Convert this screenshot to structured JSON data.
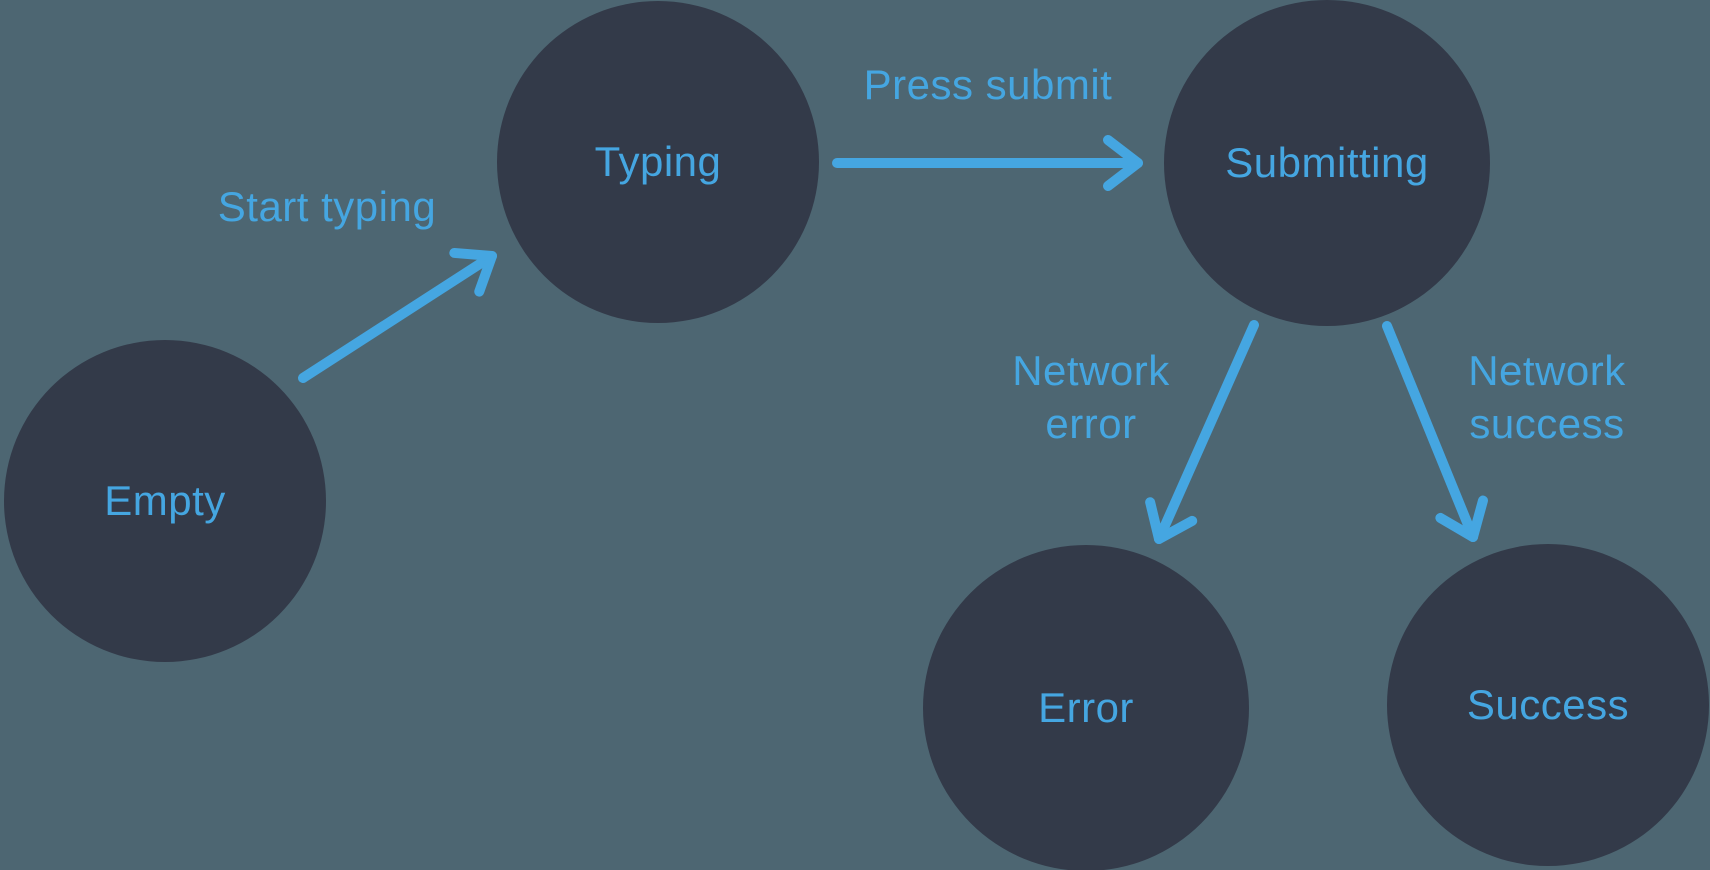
{
  "colors": {
    "background": "#4D6672",
    "state_fill": "#333A49",
    "accent": "#45A6E1"
  },
  "diagram_type": "state-machine",
  "states": {
    "empty": {
      "label": "Empty"
    },
    "typing": {
      "label": "Typing"
    },
    "submitting": {
      "label": "Submitting"
    },
    "error": {
      "label": "Error"
    },
    "success": {
      "label": "Success"
    }
  },
  "transitions": {
    "start_typing": {
      "label": "Start typing",
      "from": "Empty",
      "to": "Typing"
    },
    "press_submit": {
      "label": "Press submit",
      "from": "Typing",
      "to": "Submitting"
    },
    "network_error": {
      "label": "Network error",
      "from": "Submitting",
      "to": "Error"
    },
    "network_success": {
      "label": "Network success",
      "from": "Submitting",
      "to": "Success"
    }
  }
}
